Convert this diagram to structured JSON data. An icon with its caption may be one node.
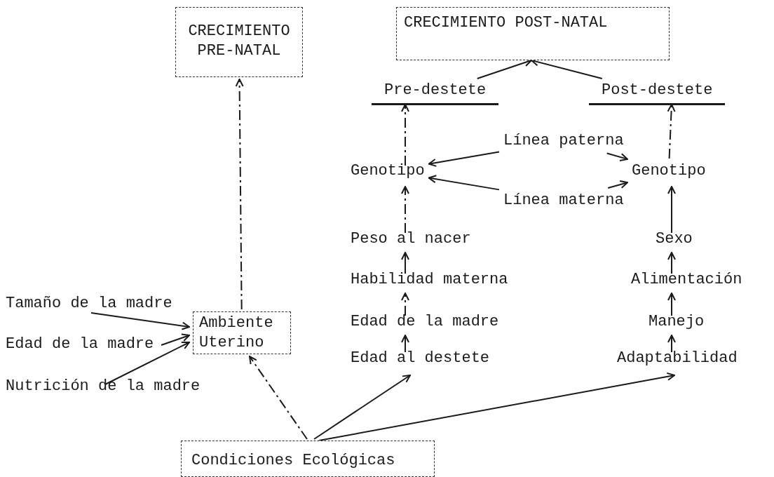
{
  "diagram": {
    "nodes": [
      {
        "text": [
          "CRECIMIENTO PRE-NATAL"
        ]
      },
      {
        "text": [
          "CRECIMIENTO POST-NATAL"
        ]
      },
      {
        "text": [
          "Pre-destete"
        ]
      },
      {
        "text": [
          "Post-destete"
        ]
      },
      {
        "text": [
          "Línea paterna"
        ]
      },
      {
        "text": [
          "Genotipo"
        ]
      },
      {
        "text": [
          "Genotipo"
        ]
      },
      {
        "text": [
          "Línea materna"
        ]
      },
      {
        "text": [
          "Peso al nacer"
        ]
      },
      {
        "text": [
          "Habilidad materna"
        ]
      },
      {
        "text": [
          "Edad de la madre"
        ]
      },
      {
        "text": [
          "Edad al destete"
        ]
      },
      {
        "text": [
          "Sexo"
        ]
      },
      {
        "text": [
          "Alimentación"
        ]
      },
      {
        "text": [
          "Manejo"
        ]
      },
      {
        "text": [
          "Adaptabilidad"
        ]
      },
      {
        "text": [
          "Tamaño de la madre"
        ]
      },
      {
        "text": [
          "Edad de la madre"
        ]
      },
      {
        "text": [
          "Nutrición de la madre"
        ]
      },
      {
        "text": [
          "Ambiente Uterino"
        ]
      },
      {
        "text": [
          "Condiciones Ecológicas"
        ]
      }
    ],
    "edges": [
      {
        "from": 19,
        "to": 0,
        "arrow": "to",
        "style": "dashed"
      },
      {
        "from": 2,
        "to": 1,
        "arrow": "to"
      },
      {
        "from": 3,
        "to": 1,
        "arrow": "to"
      },
      {
        "from": 5,
        "to": 2,
        "arrow": "to",
        "style": "dashed"
      },
      {
        "from": 6,
        "to": 3,
        "arrow": "to",
        "style": "dashed"
      },
      {
        "from": 4,
        "to": 5,
        "arrow": "to"
      },
      {
        "from": 4,
        "to": 6,
        "arrow": "to"
      },
      {
        "from": 7,
        "to": 5,
        "arrow": "to"
      },
      {
        "from": 7,
        "to": 6,
        "arrow": "to"
      },
      {
        "from": 8,
        "to": 5,
        "arrow": "to",
        "style": "dashed"
      },
      {
        "from": 9,
        "to": 8,
        "arrow": "to"
      },
      {
        "from": 10,
        "to": 9,
        "arrow": "to",
        "style": "dashed"
      },
      {
        "from": 11,
        "to": 10,
        "arrow": "to"
      },
      {
        "from": 12,
        "to": 6,
        "arrow": "to"
      },
      {
        "from": 13,
        "to": 12,
        "arrow": "to"
      },
      {
        "from": 14,
        "to": 13,
        "arrow": "to"
      },
      {
        "from": 15,
        "to": 14,
        "arrow": "to"
      },
      {
        "from": 16,
        "to": 19,
        "arrow": "to"
      },
      {
        "from": 17,
        "to": 19,
        "arrow": "to"
      },
      {
        "from": 18,
        "to": 19,
        "arrow": "to"
      },
      {
        "from": 20,
        "to": 19,
        "arrow": "to",
        "style": "dashed"
      },
      {
        "from": 20,
        "to": 11,
        "arrow": "to"
      },
      {
        "from": 20,
        "to": 15,
        "arrow": "to"
      }
    ]
  }
}
